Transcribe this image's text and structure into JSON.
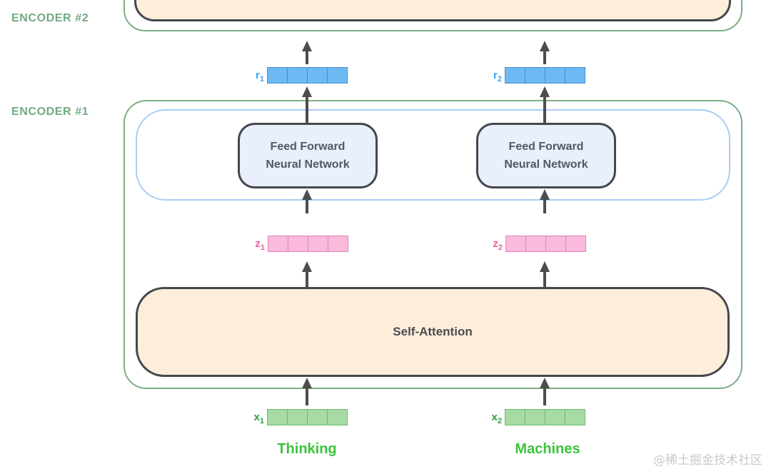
{
  "colors": {
    "green_outline": "#7cae85",
    "encoder_label": "#74a982",
    "dark_outline": "#45484d",
    "blue_outline": "#a9cdf4",
    "peach_fill": "#fdeeda",
    "ffnn_fill": "#e9effb",
    "block_text": "#4d5a68",
    "sa_text": "#4a4a52",
    "arrow": "#4d4d4d",
    "blue_cell": "#6db9f4",
    "blue_cell_border": "#4a8ccc",
    "blue_label": "#3ba4f2",
    "pink_cell": "#f9badb",
    "pink_cell_border": "#e383bb",
    "pink_label": "#ee5f9f",
    "green_cell": "#a7dba5",
    "green_cell_border": "#6fba6f",
    "green_label": "#2f9e44",
    "word_green": "#3bc43b",
    "watermark": "#c9c9c9"
  },
  "encoders": {
    "encoder2_label": "ENCODER #2",
    "encoder1_label": "ENCODER #1"
  },
  "blocks": {
    "feed_forward": {
      "line1": "Feed Forward",
      "line2": "Neural Network"
    },
    "self_attention": "Self-Attention"
  },
  "vectors": {
    "r1": {
      "base": "r",
      "sub": "1"
    },
    "r2": {
      "base": "r",
      "sub": "2"
    },
    "z1": {
      "base": "z",
      "sub": "1"
    },
    "z2": {
      "base": "z",
      "sub": "2"
    },
    "x1": {
      "base": "x",
      "sub": "1"
    },
    "x2": {
      "base": "x",
      "sub": "2"
    }
  },
  "tokens": {
    "word1": "Thinking",
    "word2": "Machines"
  },
  "watermark": "@稀土掘金技术社区"
}
